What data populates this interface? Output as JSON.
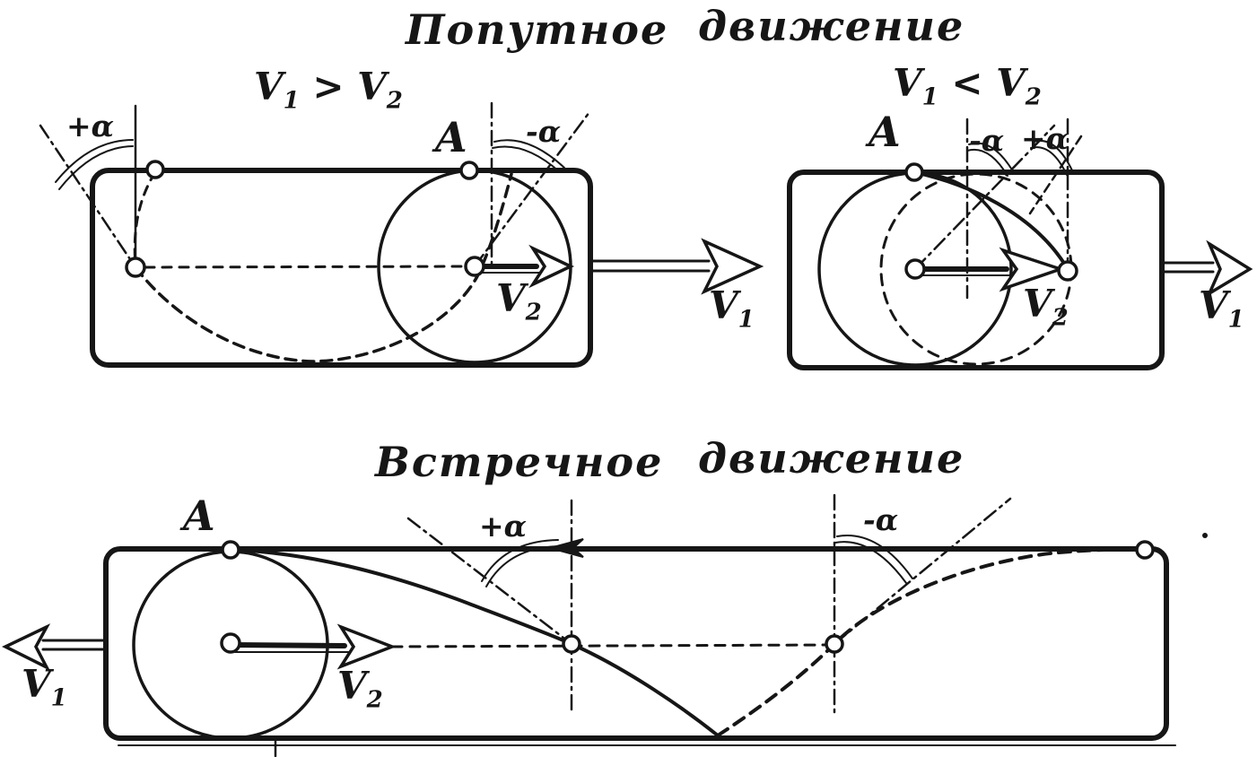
{
  "figure": {
    "title_top": {
      "word1": "Попутное",
      "word2": "движение"
    },
    "title_bottom": {
      "word1": "Встречное",
      "word2": "движение"
    },
    "diagrams": {
      "overtaking_faster": {
        "condition": {
          "lhs_base": "V",
          "lhs_sub": "1",
          "op": ">",
          "rhs_base": "V",
          "rhs_sub": "2"
        },
        "point_label": "A",
        "v1": {
          "base": "V",
          "sub": "1"
        },
        "v2": {
          "base": "V",
          "sub": "2"
        },
        "angle_plus": "+α",
        "angle_minus": "-α"
      },
      "overtaking_slower": {
        "condition": {
          "lhs_base": "V",
          "lhs_sub": "1",
          "op": "<",
          "rhs_base": "V",
          "rhs_sub": "2"
        },
        "point_label": "A",
        "v1": {
          "base": "V",
          "sub": "1"
        },
        "v2": {
          "base": "V",
          "sub": "2"
        },
        "angle_plus": "+α",
        "angle_minus": "-α"
      },
      "oncoming": {
        "point_label": "A",
        "v1": {
          "base": "V",
          "sub": "1"
        },
        "v2": {
          "base": "V",
          "sub": "2"
        },
        "angle_plus": "+α",
        "angle_minus": "-α"
      }
    },
    "colors": {
      "ink": "#161616",
      "paper": "#ffffff"
    }
  }
}
